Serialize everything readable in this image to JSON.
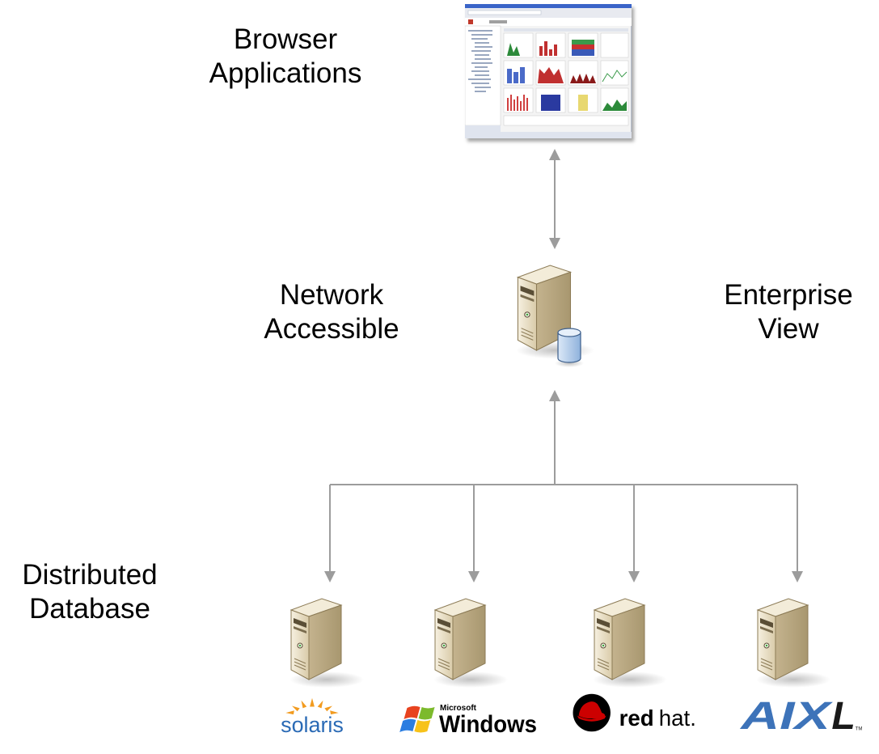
{
  "labels": {
    "browser_line1": "Browser",
    "browser_line2": "Applications",
    "network_line1": "Network",
    "network_line2": "Accessible",
    "enterprise_line1": "Enterprise",
    "enterprise_line2": "View",
    "distributed_line1": "Distributed",
    "distributed_line2": "Database"
  },
  "logos": {
    "solaris": "solaris",
    "microsoft": "Microsoft",
    "windows": "Windows",
    "redhat_bold": "red",
    "redhat_light": "hat.",
    "aix": "AIX",
    "aix_l": "L",
    "tm": "TM"
  },
  "colors": {
    "arrow": "#9c9c9c",
    "server_body": "#e7dcc3",
    "server_shadow": "#b8a98a",
    "db_cylinder": "#bcd4ee",
    "solaris_orange": "#f29b1f",
    "solaris_blue": "#2a6ab5",
    "redhat_red": "#cc0000",
    "aix_blue": "#3d73b9"
  }
}
